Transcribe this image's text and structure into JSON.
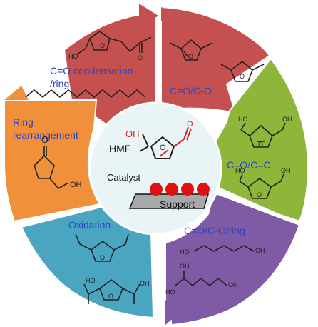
{
  "center": {
    "hmf_label": "HMF",
    "oh_label": "OH",
    "catalyst_label": "Catalyst",
    "support_label": "Support"
  },
  "segments": [
    {
      "id": "c-o-condensation",
      "label_lines": [
        "C=O condensation",
        "/ring"
      ],
      "color": "#c4504f",
      "label_color": "#2a45c9"
    },
    {
      "id": "c-o-c-o",
      "label_lines": [
        "C=O/C-O"
      ],
      "color": "#c4504f",
      "label_color": "#2a45c9"
    },
    {
      "id": "c-o-c-c",
      "label_lines": [
        "C=O/C=C"
      ],
      "color": "#8db63a",
      "label_color": "#2a45c9"
    },
    {
      "id": "c-o-c-o-ring",
      "label_lines": [
        "C=O/C-O/ring"
      ],
      "color": "#7f5ba5",
      "label_color": "#2a45c9"
    },
    {
      "id": "oxidation",
      "label_lines": [
        "Oxidation"
      ],
      "color": "#4aa6c0",
      "label_color": "#2a45c9"
    },
    {
      "id": "ring-rearrangement",
      "label_lines": [
        "Ring",
        "rearrangement"
      ],
      "color": "#f0903a",
      "label_color": "#2a45c9"
    }
  ],
  "molecule_labels": {
    "ho": "HO",
    "oh": "OH",
    "o": "O"
  },
  "colors": {
    "hmf_red": "#e02020",
    "catalyst_ball": "#e01010",
    "center_fill": "#e8f4f6",
    "support_fill": "#a8a8a8"
  }
}
